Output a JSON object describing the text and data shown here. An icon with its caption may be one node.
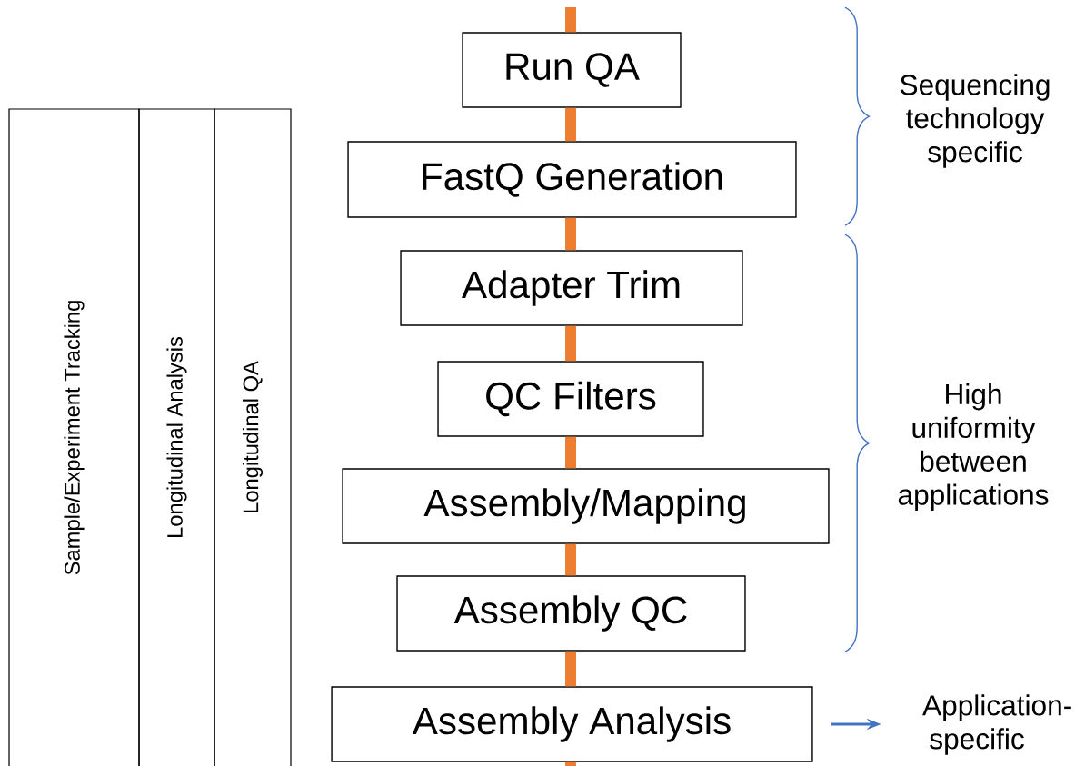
{
  "diagram": {
    "nodes": [
      {
        "text": [
          "Sample/Experiment Tracking"
        ]
      },
      {
        "text": [
          "Longitudinal Analysis"
        ]
      },
      {
        "text": [
          "Longitudinal QA"
        ]
      },
      {
        "text": [
          "Run QA"
        ]
      },
      {
        "text": [
          "FastQ Generation"
        ]
      },
      {
        "text": [
          "Adapter Trim"
        ]
      },
      {
        "text": [
          "QC Filters"
        ]
      },
      {
        "text": [
          "Assembly/Mapping"
        ]
      },
      {
        "text": [
          "Assembly QC"
        ]
      },
      {
        "text": [
          "Assembly Analysis"
        ]
      },
      {
        "text": [
          "Application-specific"
        ]
      }
    ],
    "edges": [
      {
        "from": null,
        "to": 3,
        "arrow": "none"
      },
      {
        "from": 3,
        "to": 4,
        "arrow": "none"
      },
      {
        "from": 4,
        "to": 5,
        "arrow": "none"
      },
      {
        "from": 5,
        "to": 6,
        "arrow": "none"
      },
      {
        "from": 6,
        "to": 7,
        "arrow": "none"
      },
      {
        "from": 7,
        "to": 8,
        "arrow": "none"
      },
      {
        "from": 8,
        "to": 9,
        "arrow": "none"
      },
      {
        "from": 9,
        "to": null,
        "arrow": "none"
      },
      {
        "from": 9,
        "to": 10,
        "arrow": "to",
        "color": "#4472c4"
      }
    ],
    "labels": [
      "Sequencing technology specific",
      "High uniformity between applications"
    ]
  }
}
